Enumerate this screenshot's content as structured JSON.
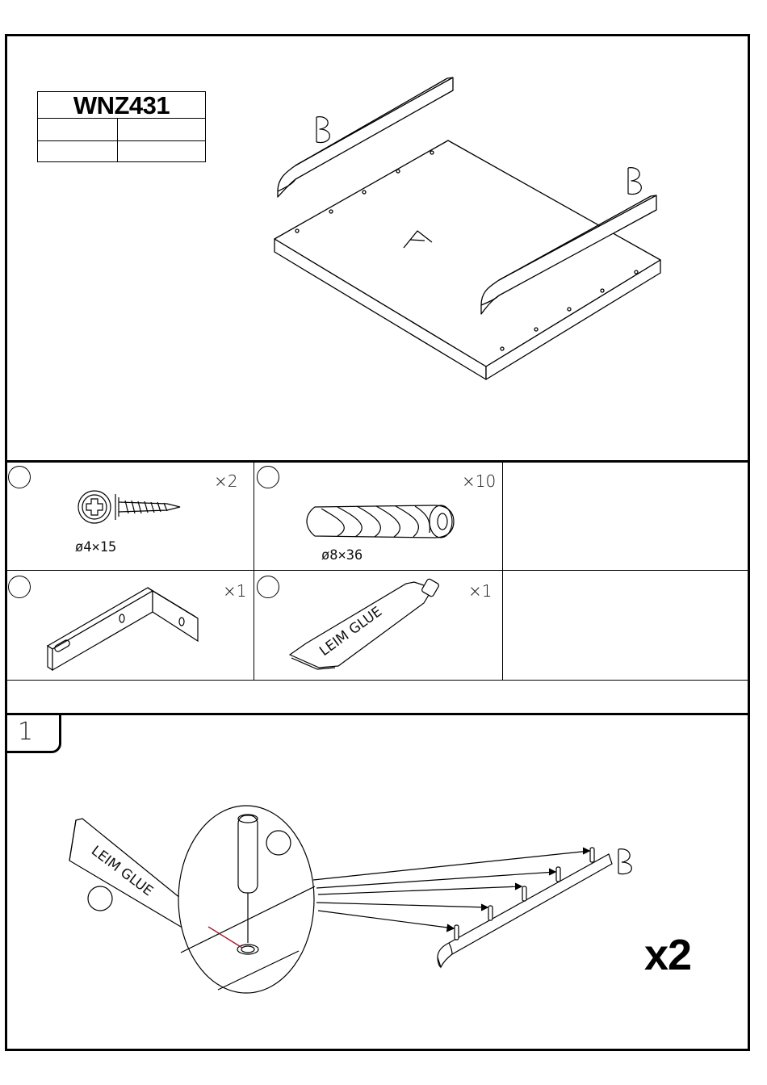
{
  "header": {
    "model_code": "WNZ431"
  },
  "overview": {
    "panel_label": "A",
    "rail_label_left": "B",
    "rail_label_right": "B"
  },
  "hardware": [
    {
      "icon": "screw-icon",
      "qty": "×2",
      "size": "ø4×15"
    },
    {
      "icon": "dowel-icon",
      "qty": "×10",
      "size": "ø8×36"
    },
    {
      "icon": "bracket-icon",
      "qty": "×1",
      "size": ""
    },
    {
      "icon": "glue-tube-icon",
      "qty": "×1",
      "size": "",
      "tube_text": "LEIM GLUE"
    }
  ],
  "step1": {
    "number": "1",
    "tube_text": "LEIM GLUE",
    "part_label": "B",
    "multiplier": "x2"
  }
}
